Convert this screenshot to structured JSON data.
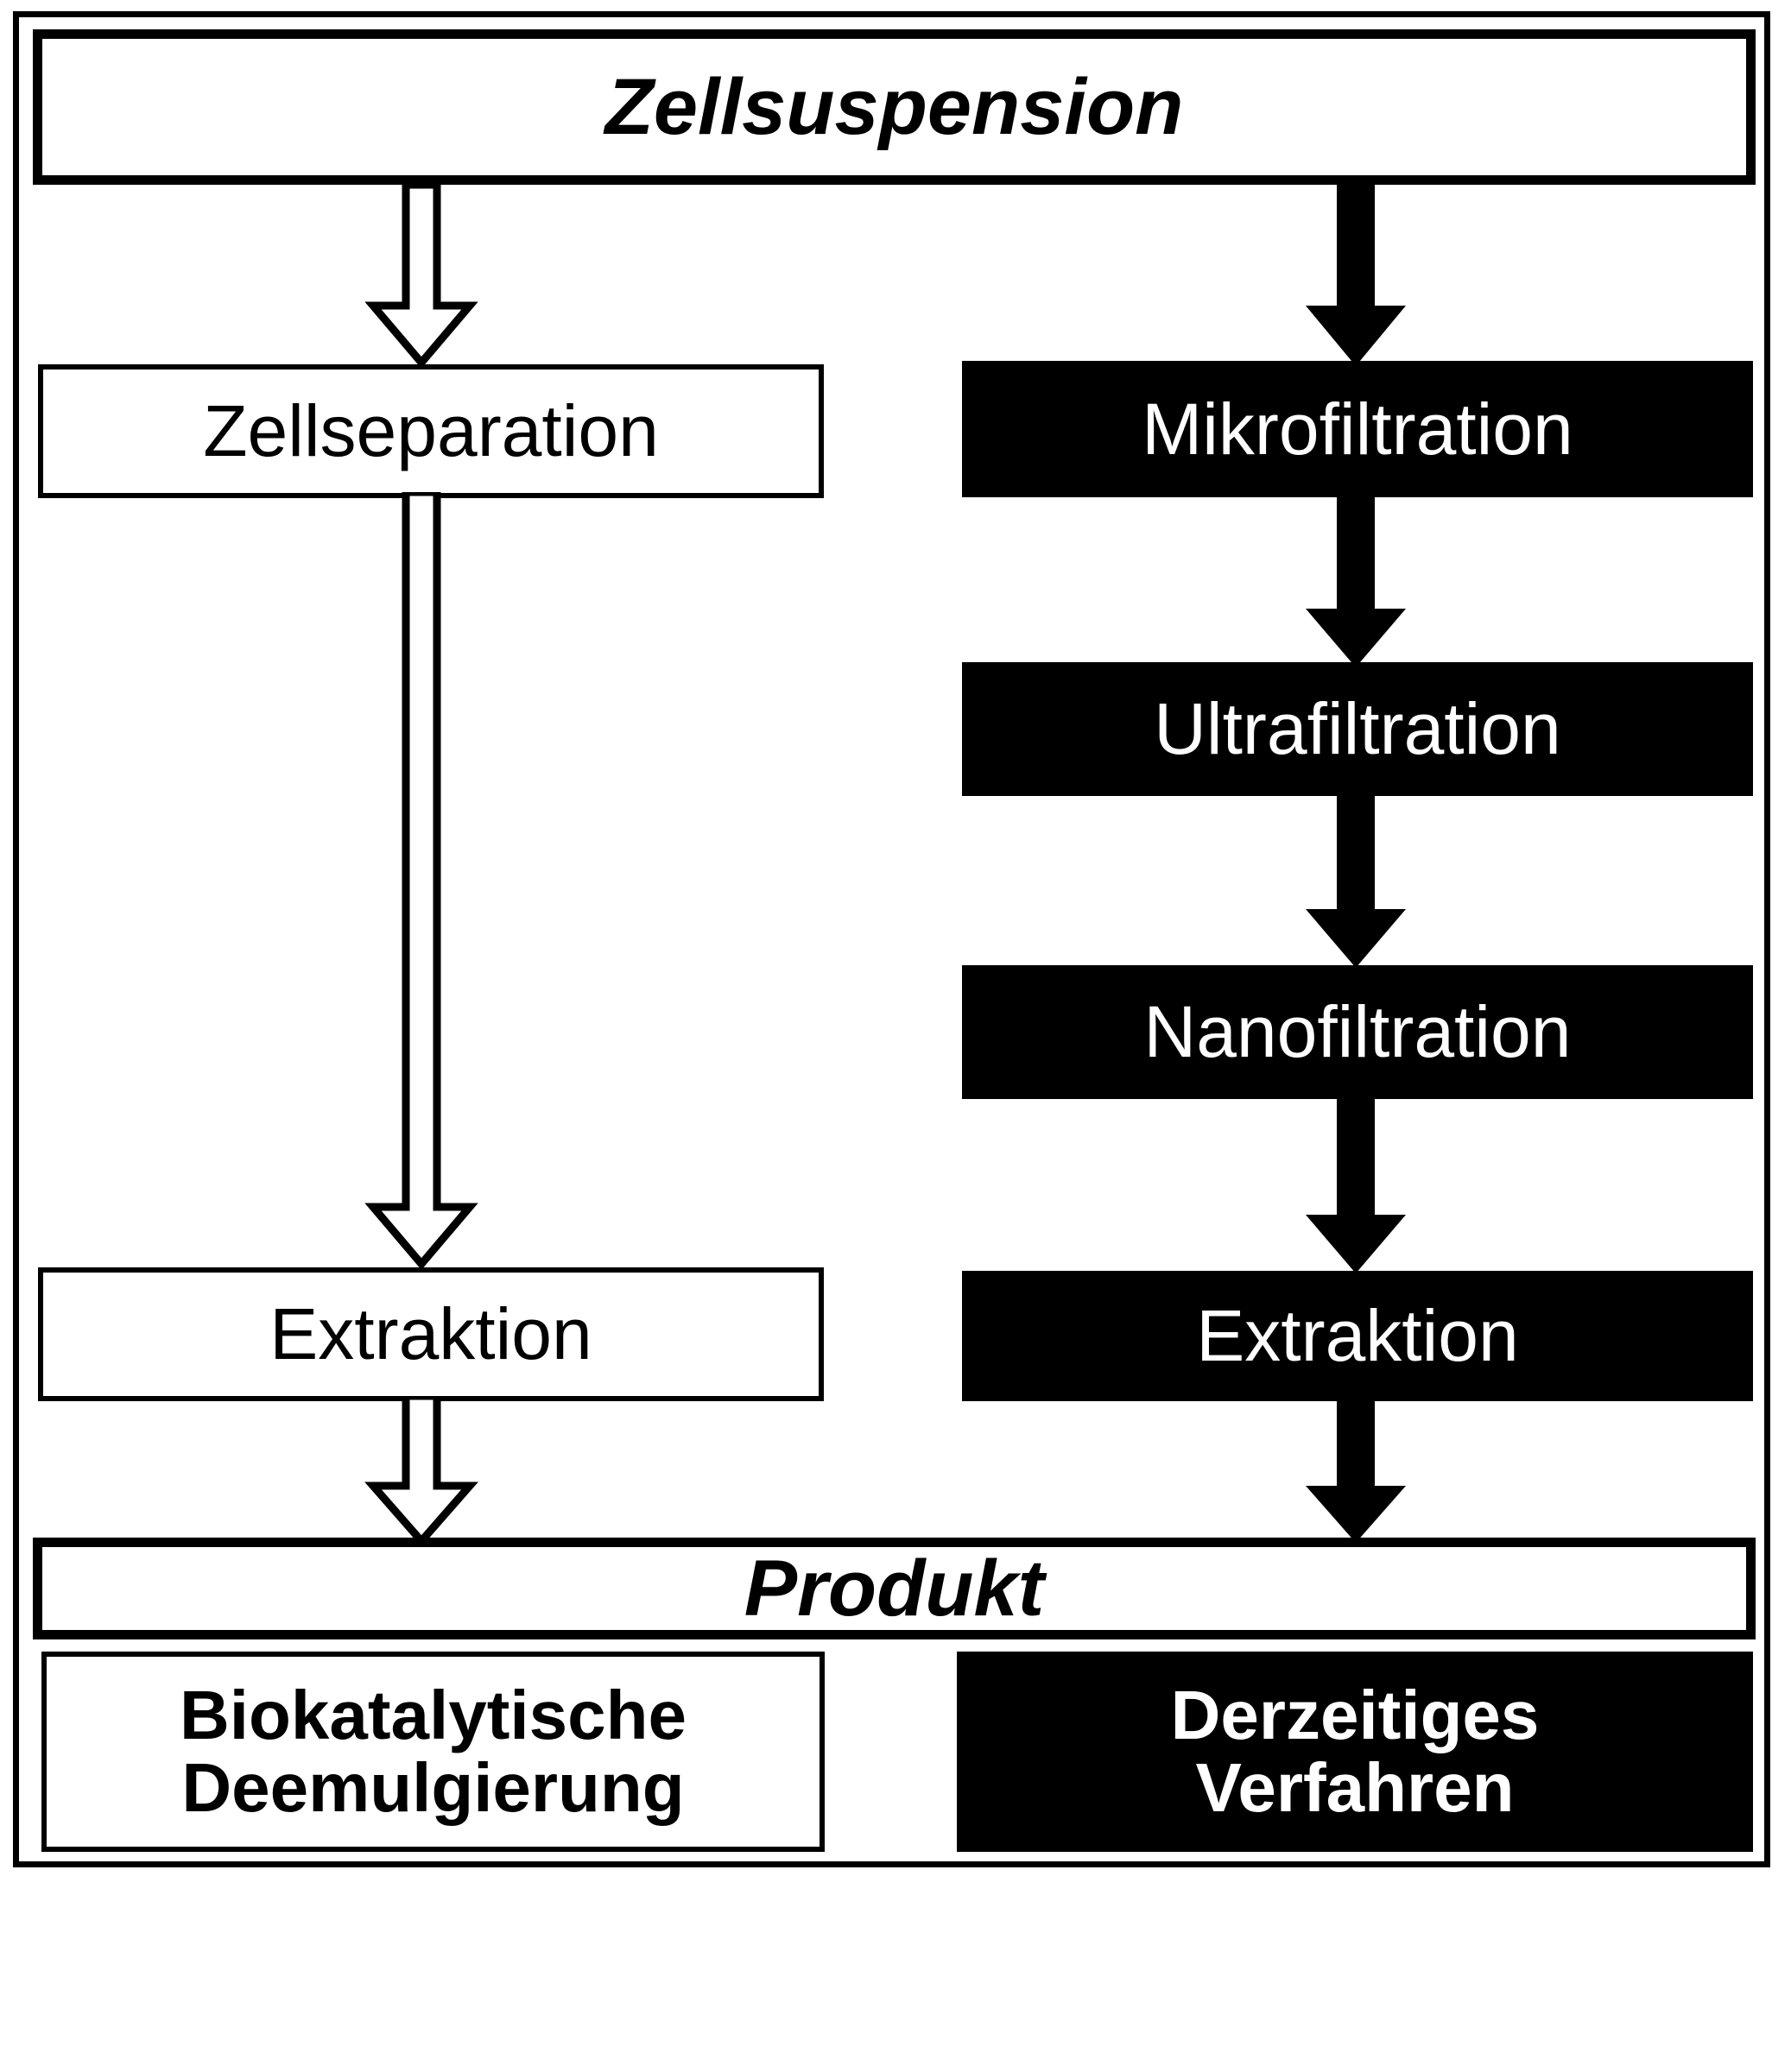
{
  "diagram": {
    "title_box": {
      "label": "Zellsuspension"
    },
    "product_box": {
      "label": "Produkt"
    },
    "left_branch": {
      "steps": [
        {
          "label": "Zellseparation",
          "style": "white"
        },
        {
          "label": "Extraktion",
          "style": "white"
        }
      ]
    },
    "right_branch": {
      "steps": [
        {
          "label": "Mikrofiltration",
          "style": "black"
        },
        {
          "label": "Ultrafiltration",
          "style": "black"
        },
        {
          "label": "Nanofiltration",
          "style": "black"
        },
        {
          "label": "Extraktion",
          "style": "black"
        }
      ]
    },
    "legend": {
      "items": [
        {
          "label": "Biokatalytische\nDeemulgierung",
          "line1": "Biokatalytische",
          "line2": "Deemulgierung",
          "style": "white"
        },
        {
          "label": "Derzeitiges\nVerfahren",
          "line1": "Derzeitiges",
          "line2": "Verfahren",
          "style": "black"
        }
      ]
    },
    "colors": {
      "ink": "#000000",
      "paper": "#ffffff"
    },
    "arrows": {
      "outline_arrow": "hollow-down-arrow",
      "solid_arrow": "solid-down-arrow"
    }
  }
}
